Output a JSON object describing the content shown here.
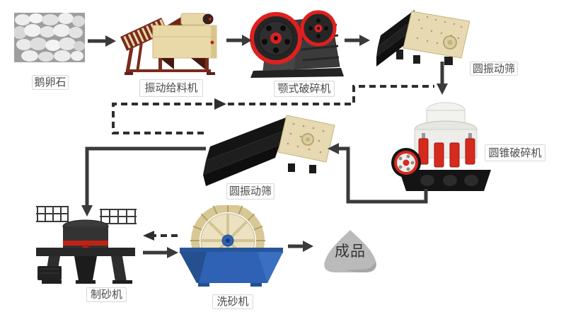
{
  "diagram": {
    "nodes": {
      "cobblestone": "鹅卵石",
      "vibrating_feeder": "振动给料机",
      "jaw_crusher": "颚式破碎机",
      "circular_vibrating_screen_1": "圆振动筛",
      "cone_crusher": "圆锥破碎机",
      "circular_vibrating_screen_2": "圆振动筛",
      "sand_making_machine": "制砂机",
      "sand_washing_machine": "洗砂机",
      "finished_product": "成品"
    },
    "colors": {
      "background": "#ffffff",
      "arrow_solid": "#3a3a3a",
      "arrow_dashed": "#2e2e2e",
      "label_bg": "#fcfcfc",
      "label_border": "#d9d9d9",
      "label_text": "#4d4d4d",
      "product_pile": "#bababa",
      "washer_blue": "#2f62b5",
      "machine_beige": "#e7dab2",
      "machine_maroon": "#7a2b1e",
      "accent_red": "#d62a1e"
    }
  }
}
